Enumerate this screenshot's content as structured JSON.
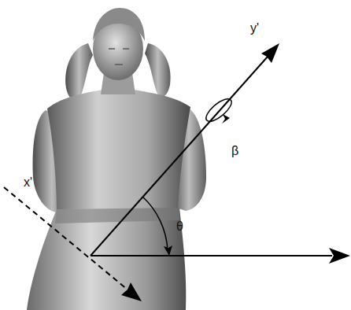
{
  "diagram": {
    "labels": [
      "y'",
      "x'",
      "β",
      "θ"
    ]
  }
}
